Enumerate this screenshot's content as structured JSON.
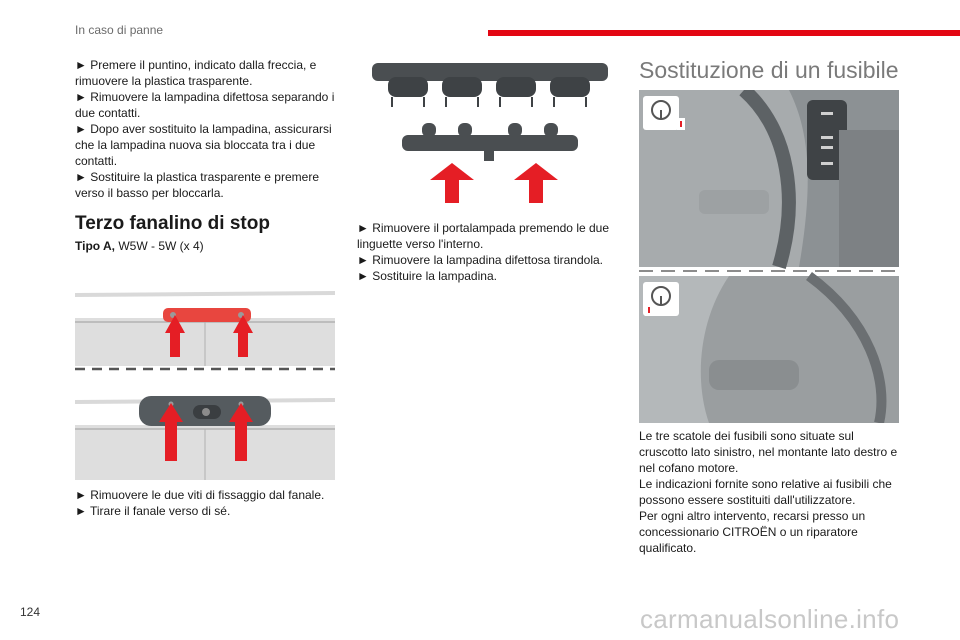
{
  "header": {
    "title": "In caso di panne",
    "accent_color": "#e30613"
  },
  "left_column": {
    "bullets": [
      "► Premere il puntino, indicato dalla freccia, e rimuovere la plastica trasparente.",
      "► Rimuovere la lampadina difettosa separando i due contatti.",
      "► Dopo aver sostituito la lampadina, assicurarsi che la lampadina nuova sia bloccata tra i due contatti.",
      "► Sostituire la plastica trasparente e premere verso il basso per bloccarla."
    ],
    "section_title": "Terzo fanalino di stop",
    "type_label": "Tipo A,",
    "type_value": "W5W - 5W (x 4)",
    "bottom_bullets": [
      "► Rimuovere le due viti di fissaggio dal fanale.",
      "► Tirare il fanale verso di sé."
    ]
  },
  "middle_column": {
    "bullets": [
      "► Rimuovere il portalampada premendo le due linguette verso l'interno.",
      "► Rimuovere la lampadina difettosa tirandola.",
      "► Sostituire la lampadina."
    ]
  },
  "right_column": {
    "title": "Sostituzione di un fusibile",
    "paragraph_lines": [
      "Le tre scatole dei fusibili sono situate sul cruscotto lato sinistro, nel montante lato destro e nel cofano motore.",
      "Le indicazioni fornite sono relative ai fusibili che possono essere sostituiti dall'utilizzatore.",
      "Per ogni altro intervento, recarsi presso un concessionario CITROËN o un riparatore qualificato."
    ]
  },
  "page_number": "124",
  "watermark": "carmanualsonline.info"
}
